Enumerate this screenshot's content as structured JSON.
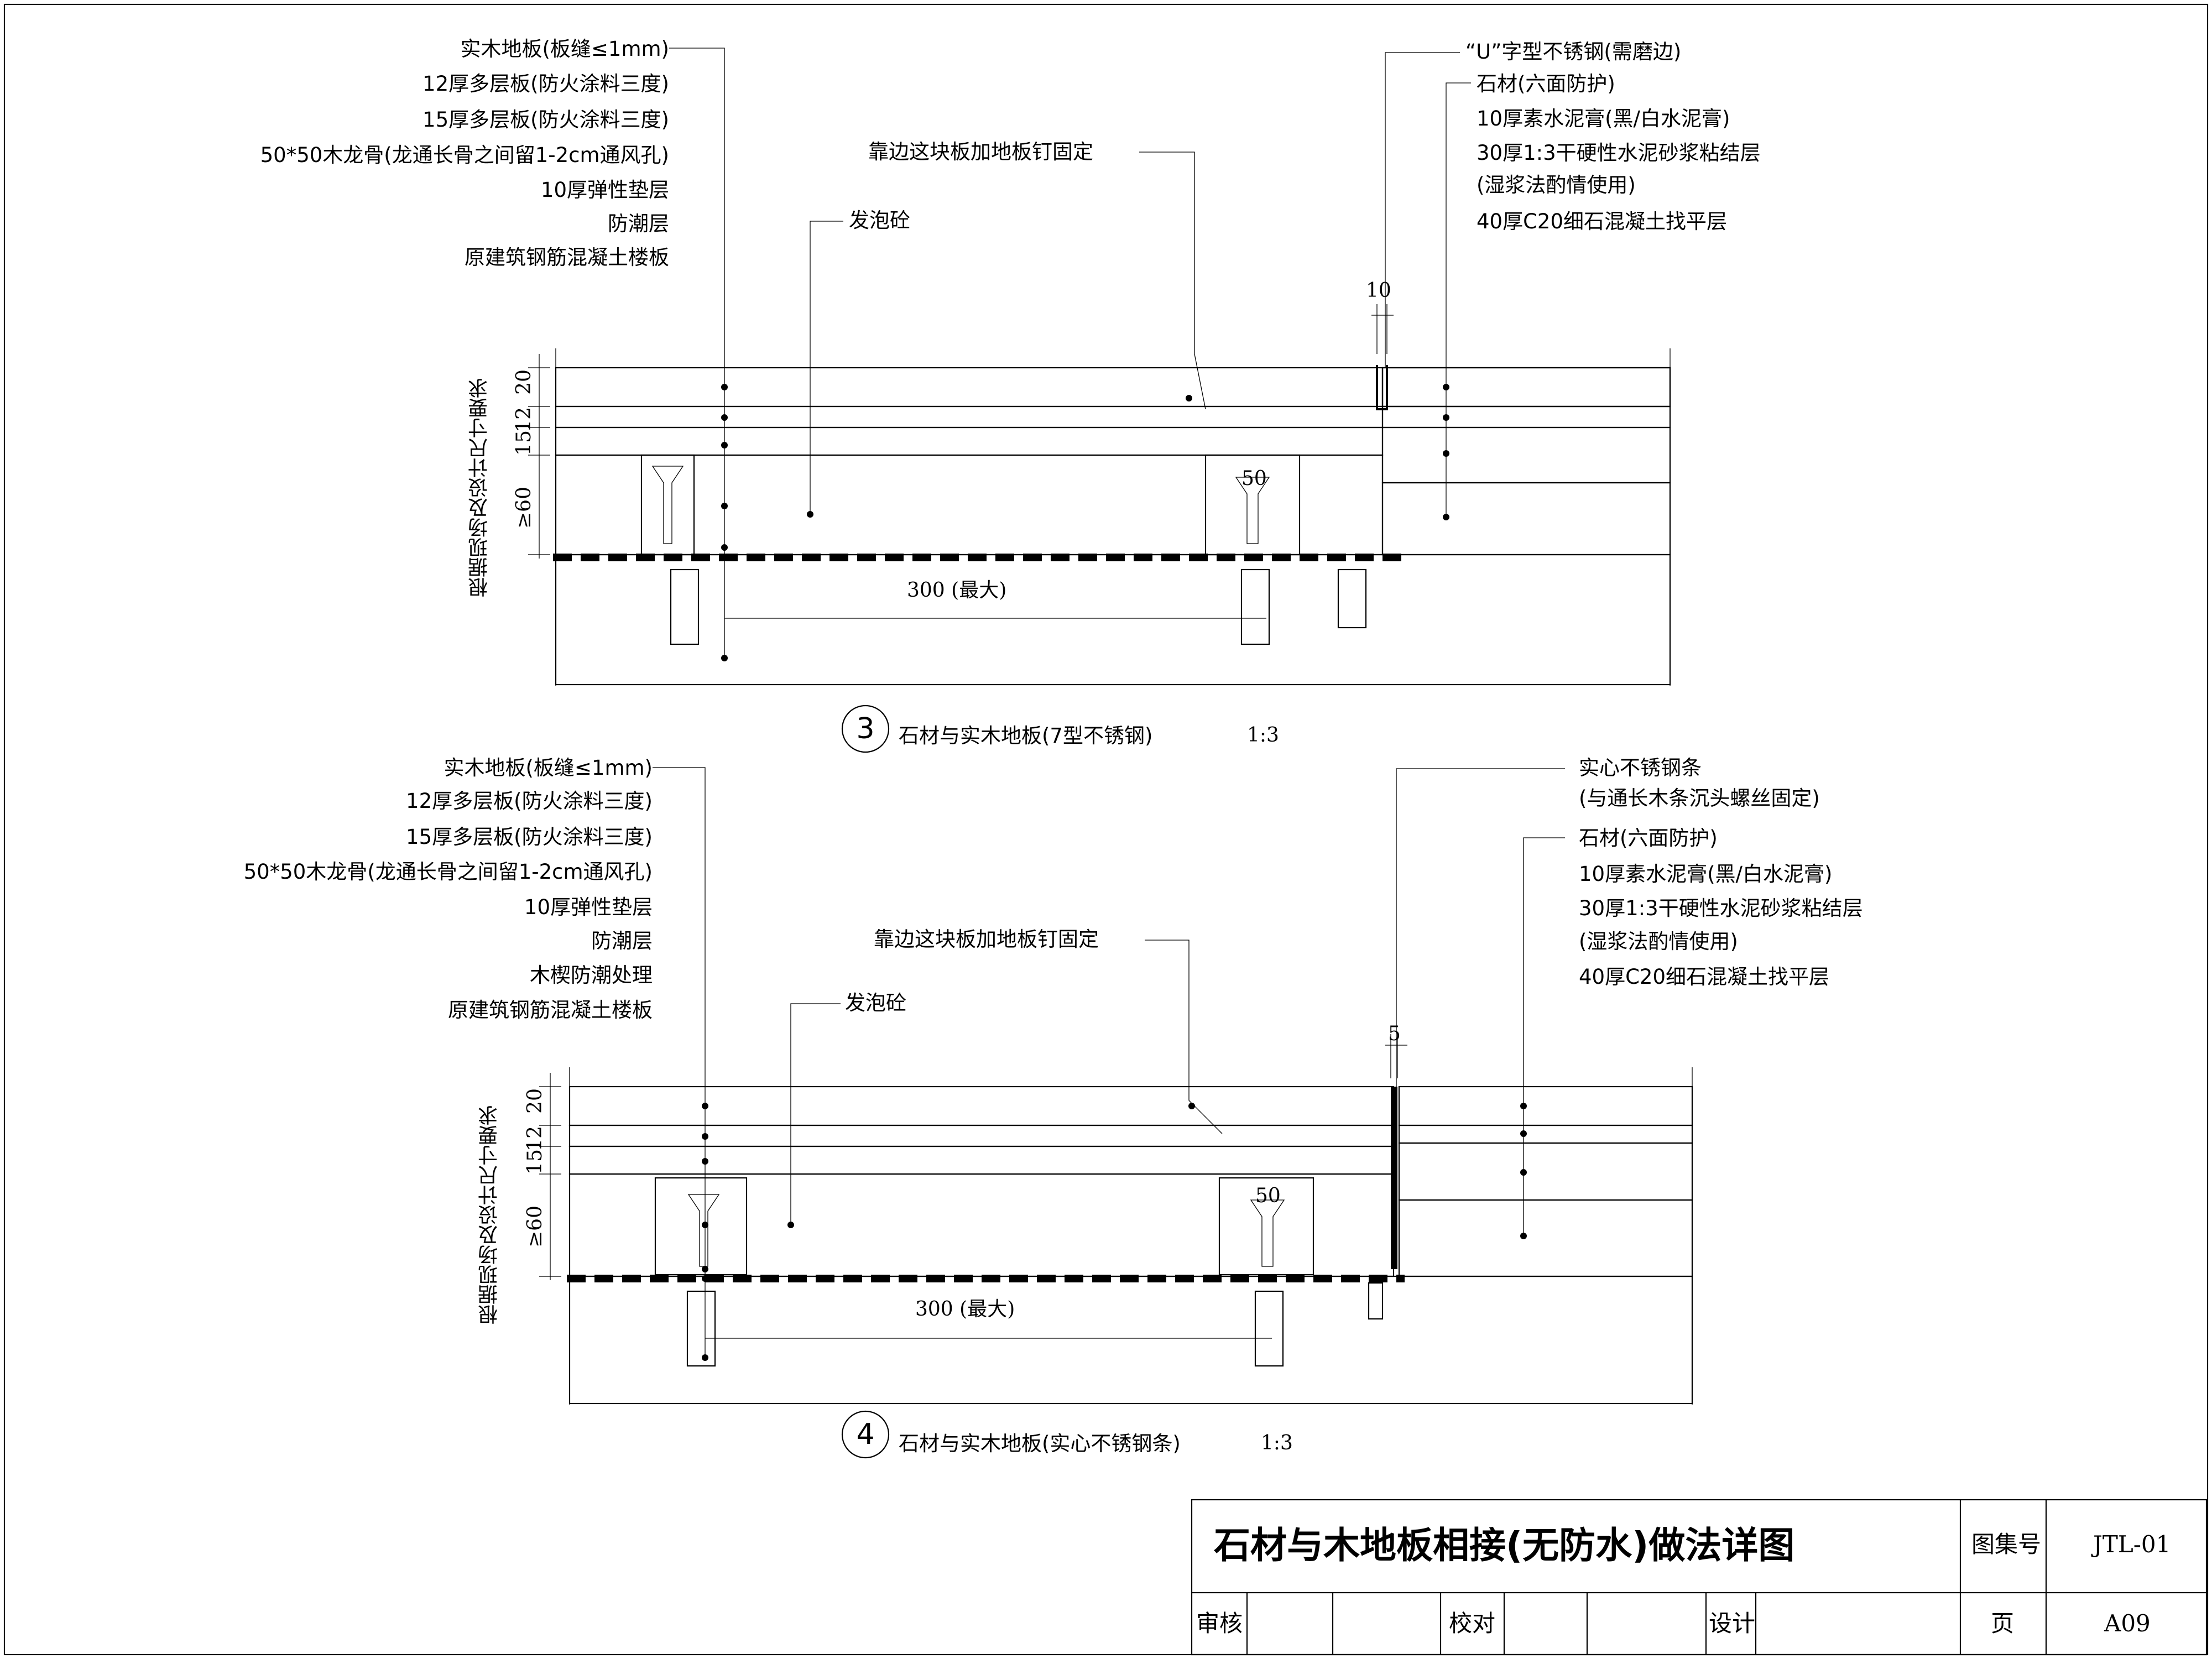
{
  "sheet": {
    "title": "石材与木地板相接(无防水)做法详图",
    "atlas_label": "图集号",
    "atlas_no": "JTL-01",
    "review_label": "审核",
    "check_label": "校对",
    "design_label": "设计",
    "page_label": "页",
    "page_no": "A09"
  },
  "detail3": {
    "number": "3",
    "caption": "石材与实木地板(7型不锈钢)",
    "scale": "1:3",
    "left_labels": [
      "实木地板(板缝≤1mm)",
      "12厚多层板(防火涂料三度)",
      "15厚多层板(防火涂料三度)",
      "50*50木龙骨(龙通长骨之间留1-2cm通风孔)",
      "10厚弹性垫层",
      "防潮层",
      "原建筑钢筋混凝土楼板"
    ],
    "nail_note": "靠边这块板加地板钉固定",
    "foam_note": "发泡砼",
    "right_labels": [
      "“U”字型不锈钢(需磨边)",
      "石材(六面防护)",
      "10厚素水泥膏(黑/白水泥膏)",
      "30厚1:3干硬性水泥砂浆粘结层",
      "(湿浆法酌情使用)",
      "40厚C20细石混凝土找平层"
    ],
    "dim_gap": "10",
    "dim_joist": "50",
    "dim_span": "300 (最大)",
    "vertical_note": "根据现场及设计尺寸要求",
    "dims_v": [
      "20",
      "12",
      "15",
      "≥60"
    ]
  },
  "detail4": {
    "number": "4",
    "caption": "石材与实木地板(实心不锈钢条)",
    "scale": "1:3",
    "left_labels": [
      "实木地板(板缝≤1mm)",
      "12厚多层板(防火涂料三度)",
      "15厚多层板(防火涂料三度)",
      "50*50木龙骨(龙通长骨之间留1-2cm通风孔)",
      "10厚弹性垫层",
      "防潮层",
      "木楔防潮处理",
      "原建筑钢筋混凝土楼板"
    ],
    "nail_note": "靠边这块板加地板钉固定",
    "foam_note": "发泡砼",
    "right_labels": [
      "实心不锈钢条",
      "(与通长木条沉头螺丝固定)",
      "石材(六面防护)",
      "10厚素水泥膏(黑/白水泥膏)",
      "30厚1:3干硬性水泥砂浆粘结层",
      "(湿浆法酌情使用)",
      "40厚C20细石混凝土找平层"
    ],
    "dim_gap": "5",
    "dim_joist": "50",
    "dim_span": "300 (最大)",
    "vertical_note": "根据现场及设计尺寸要求",
    "dims_v": [
      "20",
      "12",
      "15",
      "≥60"
    ]
  }
}
